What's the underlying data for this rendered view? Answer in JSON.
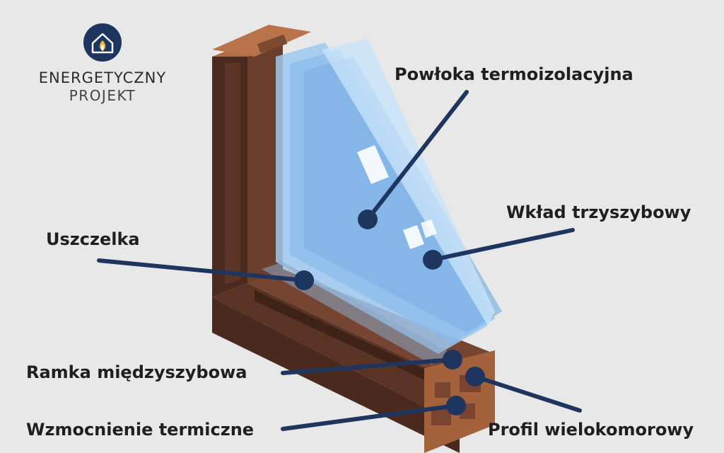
{
  "logo": {
    "line1": "ENERGETYCZNY",
    "line2": "PROJEKT",
    "icon": "house-flame-icon",
    "color": "#1e3560"
  },
  "labels": {
    "coating": "Powłoka termoizolacyjna",
    "glazing": "Wkład trzyszybowy",
    "seal": "Uszczelka",
    "spacer": "Ramka międzyszybowa",
    "reinforcement": "Wzmocnienie termiczne",
    "profile": "Profil wielokomorowy"
  },
  "colors": {
    "background": "#e8e8e8",
    "pointer": "#1e3560",
    "frame_dark": "#5a3526",
    "frame_light": "#a8673f",
    "glass": "#8fc0ef"
  }
}
